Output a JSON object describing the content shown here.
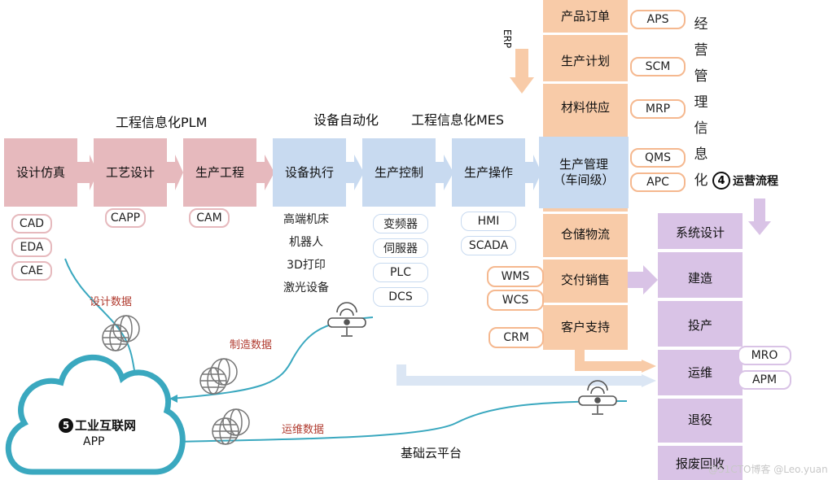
{
  "section_titles": {
    "plm": "工程信息化PLM",
    "automation": "设备自动化",
    "mes": "工程信息化MES",
    "erp_arrow": "ERP",
    "ops": "运营流程",
    "cloud_platform": "基础云平台"
  },
  "ops_number": "4",
  "row_main": {
    "design_sim": "设计仿真",
    "process_design": "工艺设计",
    "production_eng": "生产工程",
    "equipment_exec": "设备执行",
    "production_ctrl": "生产控制",
    "production_op": "生产操作",
    "production_mgmt": "生产管理\n（车间级）"
  },
  "erp_stack": {
    "order": "产品订单",
    "plan": "生产计划",
    "material": "材料供应",
    "warehouse": "仓储物流",
    "delivery": "交付销售",
    "support": "客户支持"
  },
  "erp_tags": [
    "APS",
    "SCM",
    "MRP",
    "QMS",
    "APC"
  ],
  "erp_vertical_text": [
    "经",
    "营",
    "管",
    "理",
    "信",
    "息",
    "化"
  ],
  "delivery_tags": [
    "WMS",
    "WCS",
    "CRM"
  ],
  "design_tags": [
    "CAD",
    "EDA",
    "CAE"
  ],
  "process_tags": [
    "CAPP"
  ],
  "production_eng_tags": [
    "CAM"
  ],
  "equipment_tags": [
    "高端机床",
    "机器人",
    "3D打印",
    "激光设备"
  ],
  "control_tags": [
    "变频器",
    "伺服器",
    "PLC",
    "DCS"
  ],
  "operation_tags": [
    "HMI",
    "SCADA"
  ],
  "lifecycle": [
    "系统设计",
    "建造",
    "投产",
    "运维",
    "退役",
    "报废回收"
  ],
  "lifecycle_tags": [
    "MRO",
    "APM"
  ],
  "data_labels": {
    "design": "设计数据",
    "manufacturing": "制造数据",
    "ops": "运维数据"
  },
  "cloud": {
    "number": "5",
    "title": "工业互联网",
    "subtitle": "APP"
  },
  "watermark": "@51CTO博客 @Leo.yuan",
  "colors": {
    "plm": "#e6b9bd",
    "automation": "#c8daf0",
    "erp": "#f8cba8",
    "lifecycle": "#d9c3e6",
    "cloud_line": "#3aa8bf"
  }
}
